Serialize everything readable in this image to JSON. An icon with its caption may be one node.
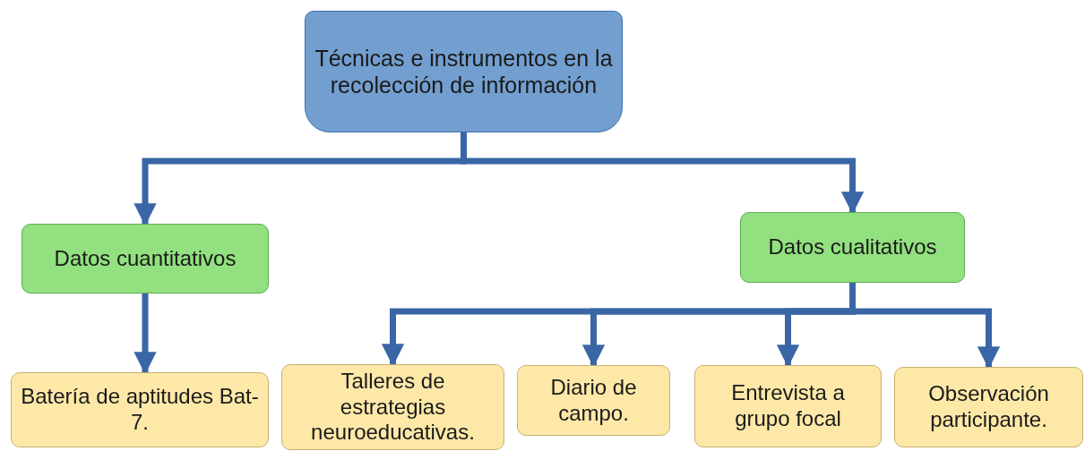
{
  "diagram": {
    "nodes": [
      {
        "text": [
          "Técnicas e instrumentos en la recolección de información"
        ]
      },
      {
        "text": [
          "Datos cuantitativos"
        ]
      },
      {
        "text": [
          "Datos cualitativos"
        ]
      },
      {
        "text": [
          "Batería de aptitudes Bat-7."
        ]
      },
      {
        "text": [
          "Talleres de estrategias neuroeducativas."
        ]
      },
      {
        "text": [
          "Diario de campo."
        ]
      },
      {
        "text": [
          "Entrevista a grupo focal"
        ]
      },
      {
        "text": [
          "Observación participante."
        ]
      }
    ],
    "edges": [
      {
        "from": 0,
        "to": 1,
        "arrow": "to"
      },
      {
        "from": 0,
        "to": 2,
        "arrow": "to"
      },
      {
        "from": 1,
        "to": 3,
        "arrow": "to"
      },
      {
        "from": 2,
        "to": 4,
        "arrow": "to"
      },
      {
        "from": 2,
        "to": 5,
        "arrow": "to"
      },
      {
        "from": 2,
        "to": 6,
        "arrow": "to"
      },
      {
        "from": 2,
        "to": 7,
        "arrow": "to"
      }
    ]
  }
}
